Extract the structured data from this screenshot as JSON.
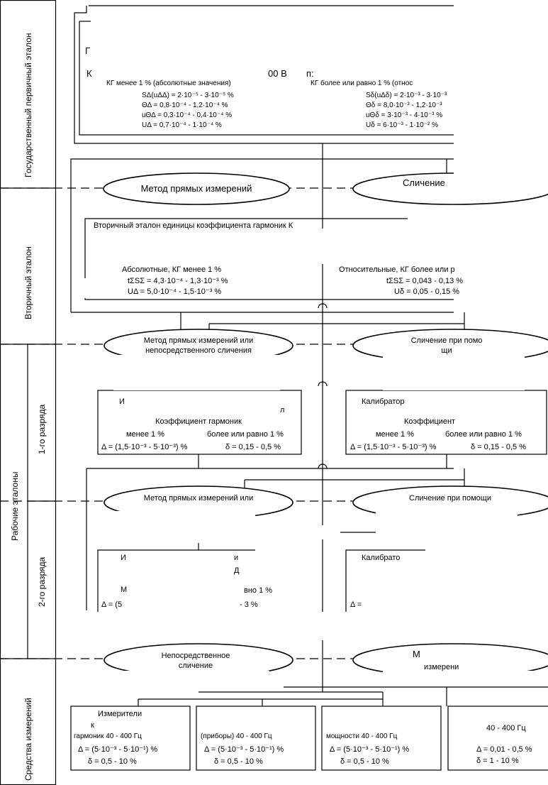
{
  "levels": {
    "state_primary": "Государственный первичный эталон",
    "secondary": "Вторичный эталон",
    "working": "Рабочие эталоны",
    "rank1": "1-го разряда",
    "rank2": "2-го разряда",
    "instruments": "Средства измерений"
  },
  "primary": {
    "title_frag": "Г",
    "subtitle_frag_left": "К",
    "subtitle_frag_right": "00 В",
    "subtitle_frag_p": "п:",
    "left_head": "КГ менее 1 % (абсолютные значения)",
    "right_head": "КГ более или равно 1 % (относ",
    "left": [
      "SΔ(uΔΔ) = 2·10⁻⁵ - 3·10⁻⁵ %",
      "ΘΔ = 0,8·10⁻⁴ - 1,2·10⁻⁴ %",
      "uΘΔ = 0,3·10⁻⁴ - 0,4·10⁻⁴ %",
      "UΔ = 0,7·10⁻⁴ - 1·10⁻⁴ %"
    ],
    "right": [
      "Sδ(uΔδ) = 2·10⁻³ - 3·10⁻³",
      "Θδ = 8,0·10⁻³ - 1,2·10⁻³",
      "uΘδ = 3·10⁻³ - 4·10⁻³ %",
      "Uδ = 6·10⁻³ - 1·10⁻² %"
    ]
  },
  "methods": {
    "direct": "Метод прямых измерений",
    "compare_frag1": "Сличение",
    "direct_or1": "Метод прямых измерений или",
    "direct_or1_b": "непосредственного сличения",
    "compare_frag2": "Сличение при помо",
    "compare_frag2_b": "щи",
    "direct_or2": "Метод прямых измерений или",
    "compare_frag3": "Сличение при помощи",
    "immediate": "Непосредственное",
    "immediate_b": "сличение",
    "m_frag": "М",
    "m_frag_b": "измерени"
  },
  "secondary": {
    "title_frag": "Вторичный эталон единицы коэффициента гармоник К",
    "left_head": "Абсолютные, КГ менее 1 %",
    "right_head": "Относительные, КГ более или р",
    "left": [
      "tΣSΣ = 4,3·10⁻⁴ - 1,3·10⁻³ %",
      "UΔ = 5,0·10⁻⁴ - 1,5·10⁻³ %"
    ],
    "right": [
      "tΣSΣ = 0,043 - 0,13 %",
      "Uδ = 0,05 - 0,15 %"
    ]
  },
  "rank1": {
    "left_title_frag": "И",
    "left_title_frag_b": "л",
    "left_head": "Коэффициент гармоник",
    "left_less": "менее 1 %",
    "left_more": "более или равно 1 %",
    "left_abs": "Δ = (1,5·10⁻³ - 5·10⁻³) %",
    "left_rel": "δ = 0,15 - 0,5 %",
    "right_title_frag": "Калибратор",
    "right_head": "Коэффициент",
    "right_less": "менее 1 %",
    "right_more": "более или равно 1 %",
    "right_abs": "Δ = (1,5·10⁻³ - 5·10⁻³) %",
    "right_rel": "δ = 0,15 - 0,5 %"
  },
  "rank2": {
    "left_frag1": "И",
    "left_frag2": "и",
    "left_frag3": "Д",
    "left_frag4": "М",
    "left_more_frag": "вно 1 %",
    "left_abs_frag": "Δ = (5",
    "left_rel_frag": "- 3 %",
    "right_title_frag": "Калибрато",
    "right_abs_frag": "Δ ="
  },
  "instruments": {
    "b1_title": "Измерители",
    "b1_sub": "к",
    "b1_freq": "гармоник  40 - 400 Гц",
    "b2_freq": "(приборы)  40 - 400 Гц",
    "b3_freq": "мощности  40 - 400 Гц",
    "b4_freq": "40 - 400 Гц",
    "abs": "Δ = (5·10⁻³ - 5·10⁻¹) %",
    "rel": "δ = 0,5 - 10 %",
    "b4_abs": "Δ = 0,01 - 0,5 %",
    "b4_rel": "δ = 1 - 10 %"
  }
}
